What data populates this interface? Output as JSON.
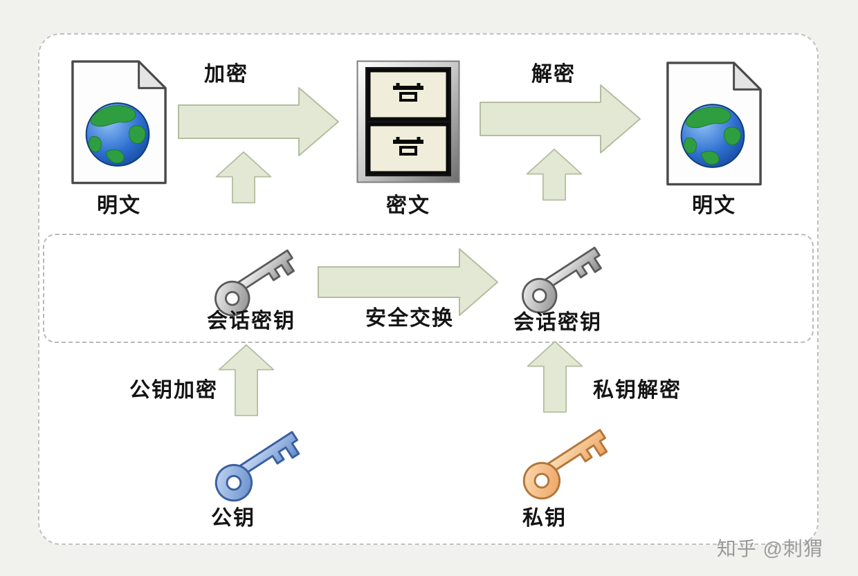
{
  "top_flow": {
    "plaintext_left_label": "明文",
    "encrypt_label": "加密",
    "ciphertext_label": "密文",
    "decrypt_label": "解密",
    "plaintext_right_label": "明文"
  },
  "session_flow": {
    "session_key_left_label": "会话密钥",
    "secure_exchange_label": "安全交换",
    "session_key_right_label": "会话密钥"
  },
  "asym_flow": {
    "public_encrypt_label": "公钥加密",
    "public_key_label": "公钥",
    "private_decrypt_label": "私钥解密",
    "private_key_label": "私钥"
  },
  "watermark": "知乎 @刺猬",
  "icons": {
    "plaintext": "document-with-globe-icon",
    "ciphertext": "file-cabinet-icon",
    "session_key": "gray-key-icon",
    "public_key": "blue-key-icon",
    "private_key": "orange-key-icon",
    "flow_arrow": "block-arrow"
  },
  "colors": {
    "arrow_fill": "#e3e8d4",
    "arrow_stroke": "#b3bd9f",
    "key_gray": "#b9b9b9",
    "key_blue": "#7fa6dd",
    "key_orange": "#f2b079",
    "globe_blue": "#2e6fd0",
    "globe_green": "#2f9e41",
    "background": "#f1f1ee",
    "panel": "#ffffff",
    "dashed_border": "#bdbdbd",
    "text": "#141414",
    "watermark_text": "#9b9b9b"
  }
}
